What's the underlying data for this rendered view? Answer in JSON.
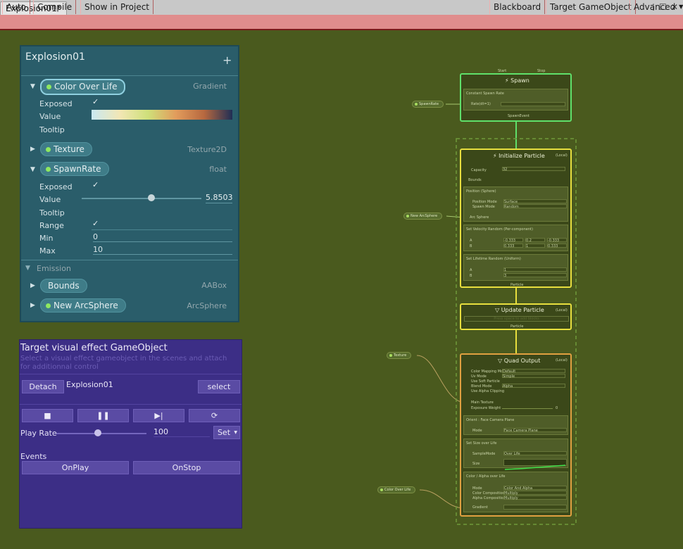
{
  "window": {
    "tab_title": "Explosion01*",
    "menu_icon": "kebab-menu-icon",
    "maximize_icon": "maximize-icon",
    "close_icon": "close-icon"
  },
  "toolbar": {
    "auto": "Auto",
    "compile": "Compile",
    "show_in_project": "Show in Project",
    "blackboard": "Blackboard",
    "target_gameobject": "Target GameObject",
    "advanced": "Advanced"
  },
  "blackboard": {
    "title": "Explosion01",
    "add": "+",
    "props": [
      {
        "name": "Color Over Life",
        "type": "Gradient",
        "exposed_label": "Exposed",
        "value_label": "Value",
        "tooltip_label": "Tooltip"
      },
      {
        "name": "Texture",
        "type": "Texture2D"
      },
      {
        "name": "SpawnRate",
        "type": "float",
        "exposed_label": "Exposed",
        "value_label": "Value",
        "value": "5.85034",
        "tooltip_label": "Tooltip",
        "range_label": "Range",
        "min_label": "Min",
        "min": "0",
        "max_label": "Max",
        "max": "10",
        "slider_fraction": 0.585
      }
    ],
    "category": "Emission",
    "category_props": [
      {
        "name": "Bounds",
        "type": "AABox"
      },
      {
        "name": "New ArcSphere",
        "type": "ArcSphere"
      }
    ],
    "gradient_colors": [
      "#c9e9f2",
      "#f2e7b5",
      "#cfe07a",
      "#e29c5c",
      "#b7683f",
      "#1f2e55"
    ]
  },
  "target": {
    "title": "Target visual effect GameObject",
    "description": "Select a visual effect gameobject in the scenes and attach for additionnal control",
    "detach": "Detach",
    "object": "Explosion01",
    "select": "select",
    "controls": [
      "stop-icon",
      "pause-icon",
      "step-icon",
      "loop-icon"
    ],
    "play_rate_label": "Play Rate",
    "play_rate": "100",
    "play_rate_fraction": 0.46,
    "set": "Set",
    "events_label": "Events",
    "on_play": "OnPlay",
    "on_stop": "OnStop"
  },
  "graph": {
    "spawn": {
      "title": "Spawn",
      "start": "Start",
      "stop": "Stop",
      "block": "Constant Spawn Rate",
      "rate_label": "Rate(dt=1)",
      "out": "SpawnEvent"
    },
    "init": {
      "title": "Initialize Particle",
      "space": "(Local)",
      "capacity_label": "Capacity",
      "capacity": "32",
      "bounds_label": "Bounds",
      "block_position": "Position (Sphere)",
      "position_mode_label": "Position Mode",
      "position_mode": "Surface",
      "spawn_mode_label": "Spawn Mode",
      "spawn_mode": "Random",
      "arcsphere_label": "Arc Sphere",
      "block_velocity": "Set Velocity Random (Per-component)",
      "a_label": "A",
      "b_label": "B",
      "a_values": [
        "-0.333",
        "0.2",
        "-0.333"
      ],
      "b_values": [
        "0.333",
        "1",
        "0.333"
      ],
      "block_lifetime": "Set Lifetime Random (Uniform)",
      "lifetime_a": "1",
      "lifetime_b": "3",
      "out": "Particle"
    },
    "update": {
      "title": "Update Particle",
      "space": "(Local)",
      "placeholder": "Press space to add blocks",
      "out": "Particle"
    },
    "quad": {
      "title": "Quad Output",
      "space": "(Local)",
      "settings": [
        [
          "Color Mapping Mode",
          "Default"
        ],
        [
          "Uv Mode",
          "Simple"
        ],
        [
          "Use Soft Particle",
          ""
        ],
        [
          "Blend Mode",
          "Alpha"
        ],
        [
          "Use Alpha Clipping",
          ""
        ]
      ],
      "main_texture": "Main Texture",
      "exposure_label": "Exposure Weight",
      "exposure": "0",
      "block_orient": "Orient : Face Camera Plane",
      "orient_mode_label": "Mode",
      "orient_mode": "Face Camera Plane",
      "block_size": "Set Size over Life",
      "sample_mode_label": "SampleMode",
      "sample_mode": "Over Life",
      "size_label": "Size",
      "block_color": "Color / Alpha over Life",
      "mode_label": "Mode",
      "mode": "Color And Alpha",
      "color_comp_label": "Color Composition",
      "color_comp": "Multiply",
      "alpha_comp_label": "Alpha Composition",
      "alpha_comp": "Multiply",
      "gradient_label": "Gradient"
    },
    "props": {
      "spawn_rate": "SpawnRate",
      "arc_sphere": "New ArcSphere",
      "texture": "Texture",
      "color": "Color Over Life"
    }
  }
}
